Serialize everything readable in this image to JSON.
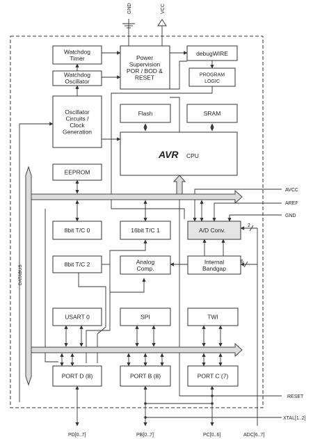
{
  "blocks": {
    "watchdog_timer": "Watchdog\nTimer",
    "watchdog_osc": "Watchdog\nOscillator",
    "osc": "Oscillator\nCircuits /\nClock\nGeneration",
    "power": "Power\nSupervision\nPOR / BOD &\nRESET",
    "debugwire": "debugWIRE",
    "program_logic": "PROGRAM\nLOGIC",
    "flash": "Flash",
    "sram": "SRAM",
    "cpu_logo": "AVR",
    "cpu_suffix": "CPU",
    "eeprom": "EEPROM",
    "tc0": "8bit T/C 0",
    "tc1": "16bit T/C 1",
    "adc": "A/D Conv.",
    "tc2": "8bit T/C 2",
    "analog": "Analog\nComp.",
    "bandgap": "Internal\nBandgap",
    "usart": "USART 0",
    "spi": "SPI",
    "twi": "TWI",
    "portd": "PORT D (8)",
    "portb": "PORT B (8)",
    "portc": "PORT C (7)"
  },
  "signals": {
    "gnd_top": "GND",
    "vcc_top": "VCC",
    "avcc": "AVCC",
    "aref": "AREF",
    "gnd_right": "GND",
    "reset": "RESET",
    "xtal": "XTAL[1..2]",
    "databus": "DATABUS",
    "adc_bits": "2",
    "bandgap_bits": "6"
  },
  "pins": {
    "pd": "PD[0..7]",
    "pb": "PB[0..7]",
    "pc": "PC[0..6]",
    "adc": "ADC[6..7]"
  }
}
